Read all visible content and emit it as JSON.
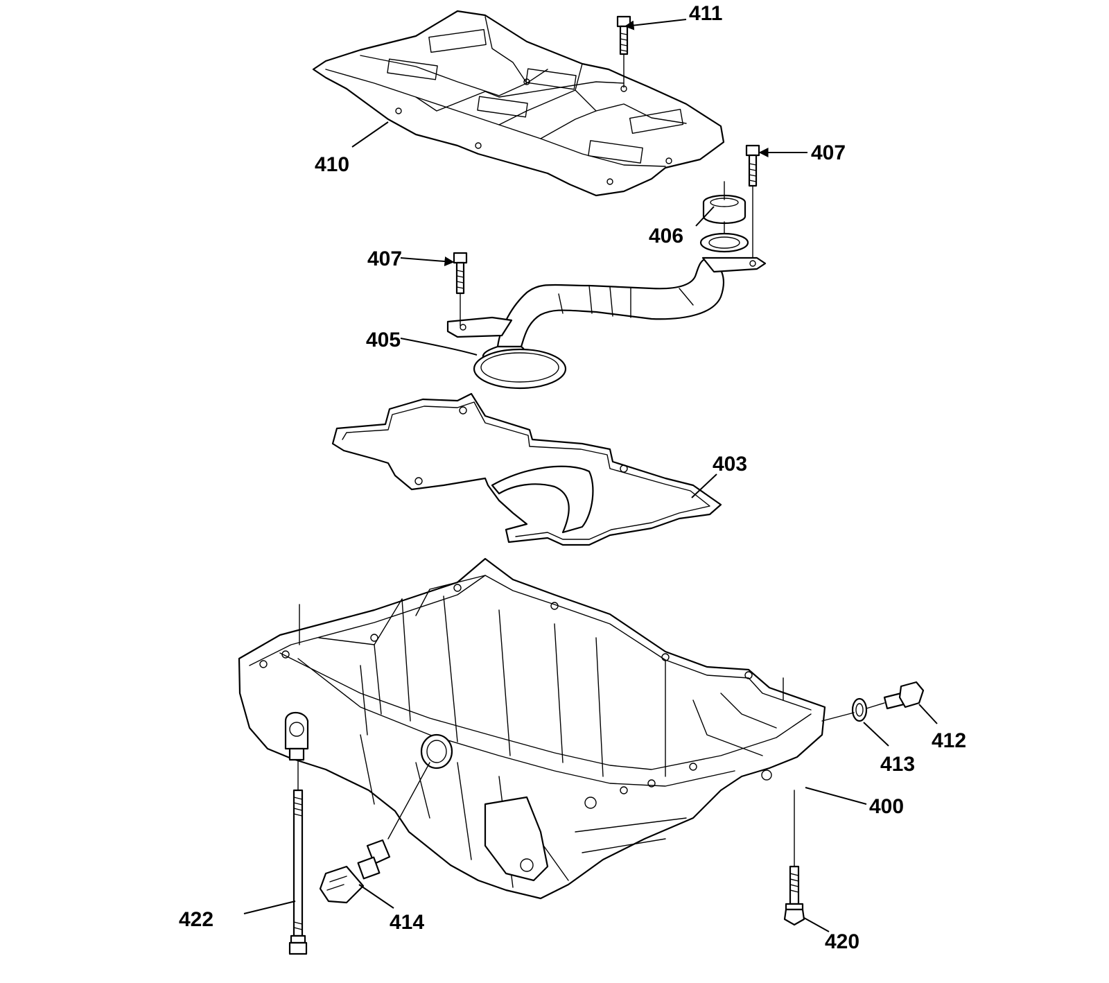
{
  "callouts": {
    "c400": "400",
    "c403": "403",
    "c405": "405",
    "c406": "406",
    "c407a": "407",
    "c407b": "407",
    "c410": "410",
    "c411": "411",
    "c412": "412",
    "c413": "413",
    "c414": "414",
    "c420": "420",
    "c422": "422"
  }
}
